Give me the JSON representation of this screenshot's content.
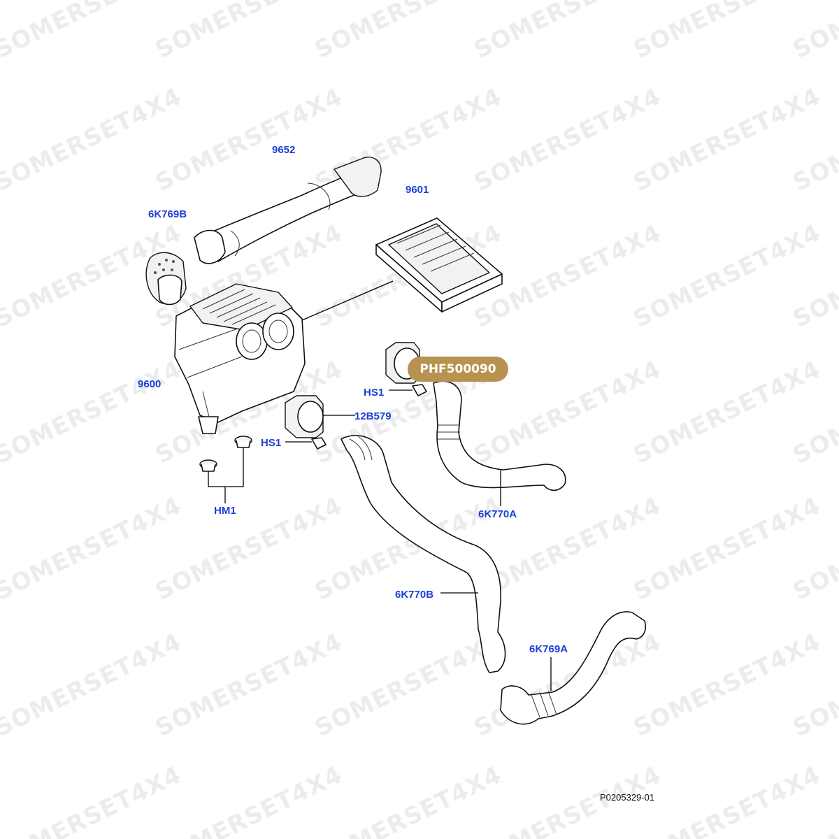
{
  "watermark": "SOMERSET4X4",
  "highlight_label": "PHF500090",
  "reference_code": "P0205329-01",
  "callouts": {
    "hose_9652": "9652",
    "filter_element_9601": "9601",
    "intake_cover_6k769b": "6K769B",
    "air_cleaner_9600": "9600",
    "screw_hs1_upper": "HS1",
    "sensor_12b579": "12B579",
    "screw_hs1_lower": "HS1",
    "mounts_hm1": "HM1",
    "intake_duct_6k770a": "6K770A",
    "intake_duct_6k770b": "6K770B",
    "intake_duct_6k769a": "6K769A"
  }
}
